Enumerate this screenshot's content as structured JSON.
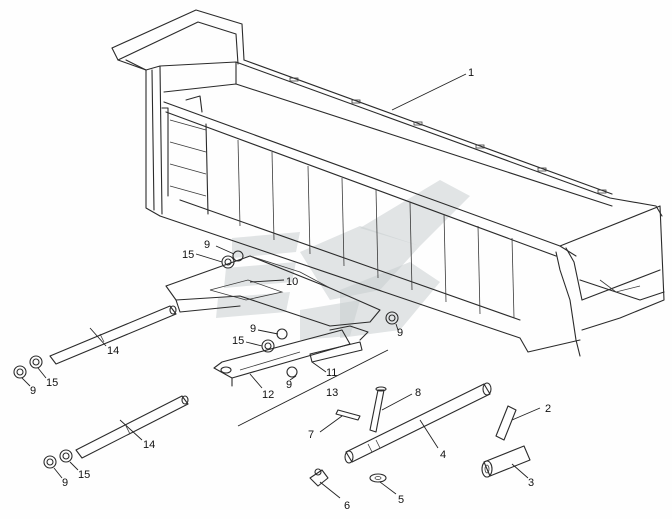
{
  "diagram": {
    "callouts": {
      "c1": "1",
      "c2": "2",
      "c3": "3",
      "c4": "4",
      "c5": "5",
      "c6": "6",
      "c7": "7",
      "c8": "8",
      "c9a": "9",
      "c9b": "9",
      "c9c": "9",
      "c9d": "9",
      "c9e": "9",
      "c9f": "9",
      "c10": "10",
      "c11": "11",
      "c12": "12",
      "c13": "13",
      "c14a": "14",
      "c14b": "14",
      "c15a": "15",
      "c15b": "15",
      "c15c": "15",
      "c15d": "15"
    },
    "colors": {
      "line": "#2b2b2b",
      "watermark": "#c9cdd0",
      "background": "#fefefe"
    }
  }
}
